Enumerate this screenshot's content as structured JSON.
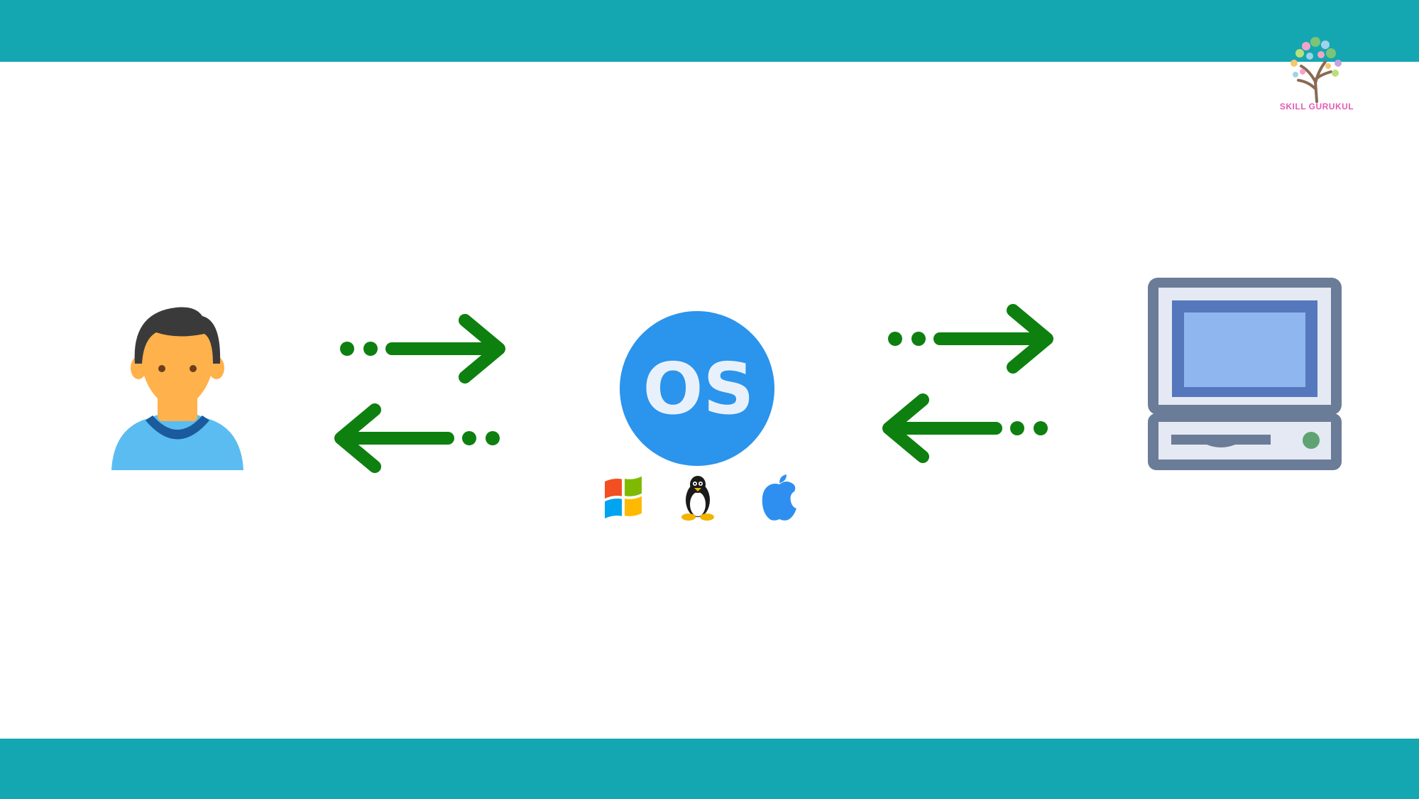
{
  "colors": {
    "band": "#14a7b1",
    "arrow": "#0e8010",
    "os_circle": "#2b94ec",
    "os_text": "#e8f1fb",
    "monitor_frame": "#6b7c98",
    "monitor_panel": "#e4e9f3",
    "monitor_screen": "#8fb6ef",
    "monitor_bezel": "#5578bd",
    "power_led": "#5fa372",
    "skin": "#ffb14b",
    "hair": "#3a3a3a",
    "shirt": "#5bbcf2",
    "collar": "#1b5a9c",
    "logo_text": "#e65bb3"
  },
  "logo": {
    "text": "SKILL GURUKUL",
    "icon": "tree-logo-icon"
  },
  "user": {
    "icon": "user-avatar-icon"
  },
  "os": {
    "label": "OS"
  },
  "os_icons": [
    "windows-logo-icon",
    "linux-penguin-icon",
    "apple-logo-icon"
  ],
  "hardware": {
    "icon": "computer-monitor-icon"
  },
  "arrows": [
    {
      "name": "arrow-user-to-os",
      "direction": "right"
    },
    {
      "name": "arrow-os-to-user",
      "direction": "left"
    },
    {
      "name": "arrow-os-to-hardware",
      "direction": "right"
    },
    {
      "name": "arrow-hardware-to-os",
      "direction": "left"
    }
  ]
}
